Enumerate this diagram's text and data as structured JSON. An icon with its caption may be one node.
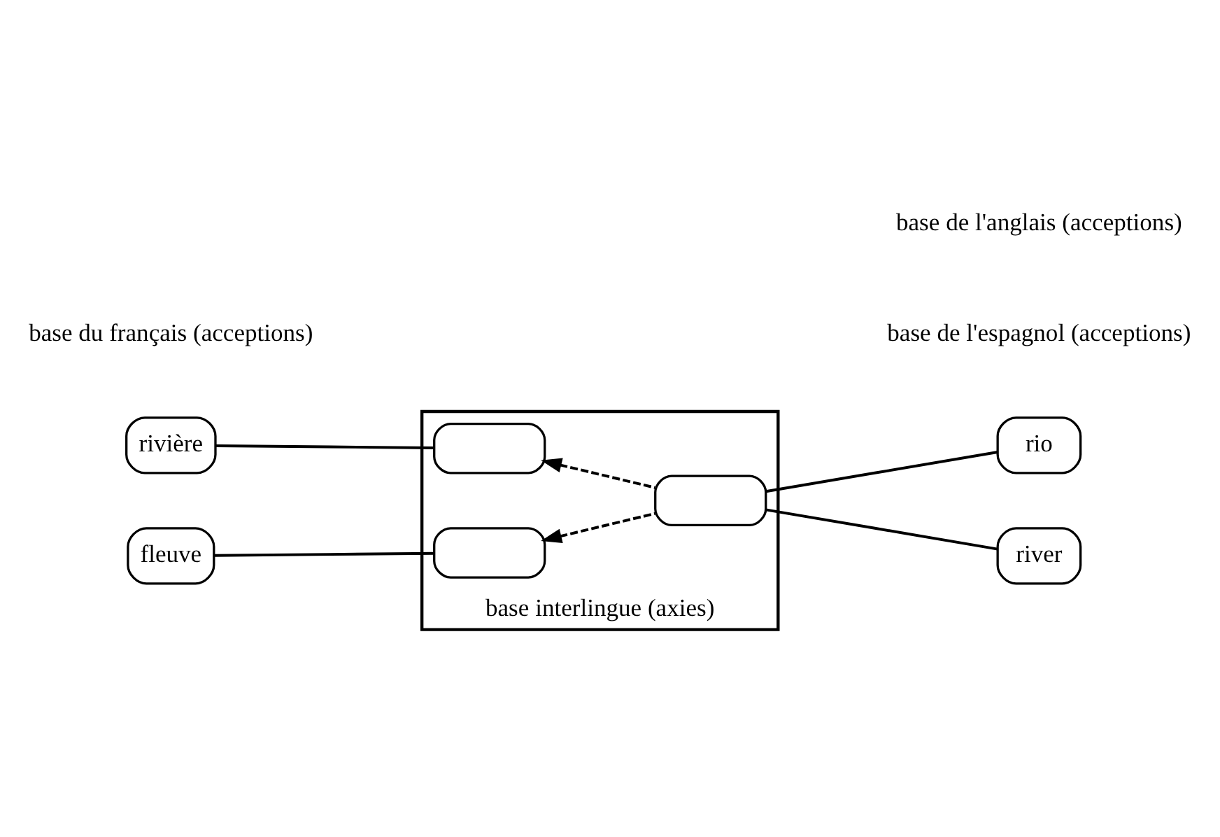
{
  "diagram": {
    "nodes": [
      {
        "text": [
          "rio"
        ]
      },
      {
        "text": [
          "rivière"
        ]
      },
      {
        "text": [
          "fleuve"
        ]
      },
      {
        "text": [
          "river"
        ]
      },
      {
        "text": [
          "base interlingue (axies)"
        ]
      },
      {
        "text": [],
        "shape": "box",
        "in": 4
      },
      {
        "text": [],
        "shape": "box",
        "in": 4
      },
      {
        "text": [],
        "shape": "box",
        "in": 4
      }
    ],
    "edges": [
      {
        "from": 1,
        "to": 5,
        "arrow": "none"
      },
      {
        "from": 2,
        "to": 6,
        "arrow": "none"
      },
      {
        "from": 7,
        "to": 5,
        "arrow": "to",
        "style": "dashed"
      },
      {
        "from": 7,
        "to": 6,
        "arrow": "to",
        "style": "dashed"
      },
      {
        "from": 7,
        "to": 0,
        "arrow": "none"
      },
      {
        "from": 7,
        "to": 3,
        "arrow": "none"
      }
    ],
    "labels": [
      "base de l'espagnol (acceptions)",
      "base du français (acceptions)",
      "base de l'anglais (acceptions)"
    ]
  }
}
